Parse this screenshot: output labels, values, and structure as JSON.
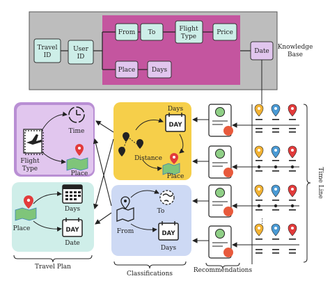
{
  "knowledge_base": {
    "nodes": {
      "travel_id": [
        "Travel",
        "ID"
      ],
      "user_id": [
        "User",
        "ID"
      ],
      "from": "From",
      "to": "To",
      "flight_type": [
        "Flight",
        "Type"
      ],
      "price": "Price",
      "place": "Place",
      "days": "Days",
      "date": "Date"
    },
    "caption": [
      "Knowledge",
      "Base"
    ]
  },
  "travel_plan": {
    "card1": {
      "time": "Time",
      "flight_type": [
        "Flight",
        "Type"
      ],
      "place": "Place"
    },
    "card2": {
      "place": "Place",
      "days": "Days",
      "date": "Date",
      "day_badge": "DAY"
    },
    "caption": "Travel Plan"
  },
  "classifications": {
    "card1": {
      "days": "Days",
      "day_badge": "DAY",
      "distance": "Distance",
      "place": "Place"
    },
    "card2": {
      "from": "From",
      "to": "To",
      "days": "Days",
      "day_badge": "DAY"
    },
    "caption": "Classifications"
  },
  "recommendations": {
    "caption": "Recommendations"
  },
  "time_line": {
    "caption": "Time Line",
    "ellipsis": "..."
  },
  "colors": {
    "kb_panel": "#bdbdbd",
    "kb_highlight": "#c4559f",
    "node_teal": "#cdeee8",
    "node_purple": "#e1c6ee",
    "plan_purple": "#b98fd4",
    "plan_teal": "#cfeee9",
    "class_yellow": "#f6cf4a",
    "class_blue": "#cdd9f4",
    "pin_yellow": "#f2b233",
    "pin_blue": "#4a9ad4",
    "pin_red": "#e23b3b",
    "rec_green": "#8fcf86"
  }
}
